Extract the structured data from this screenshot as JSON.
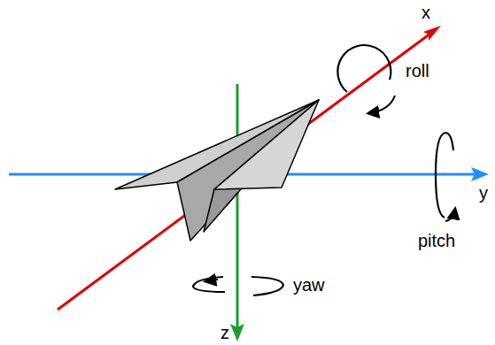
{
  "diagram": {
    "labels": [
      "x",
      "roll",
      "y",
      "pitch",
      "yaw",
      "z"
    ]
  }
}
